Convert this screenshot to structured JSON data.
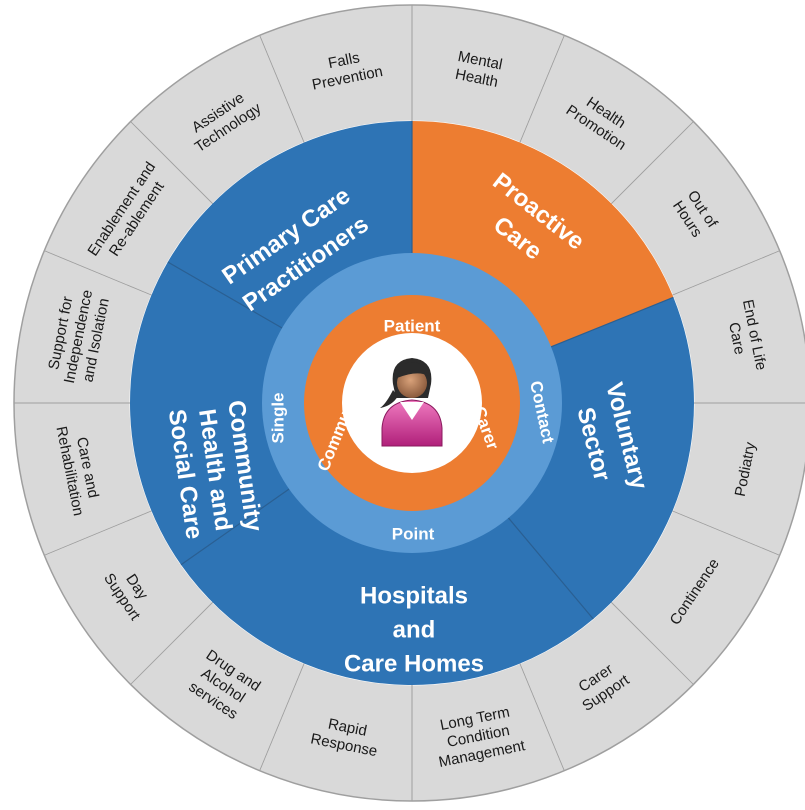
{
  "colors": {
    "outer_ring": "#d9d9d9",
    "outer_border": "#9f9f9f",
    "sector_blue": "#2e74b5",
    "sector_orange": "#ed7d31",
    "single_point_ring": "#5b9bd5",
    "inner_ring": "#ed7d31",
    "center": "#ffffff",
    "label_dark": "#1a1a1a",
    "label_light": "#ffffff"
  },
  "outer_ring": [
    {
      "lines": [
        "Falls",
        "Prevention"
      ]
    },
    {
      "lines": [
        "Mental",
        "Health"
      ]
    },
    {
      "lines": [
        "Health",
        "Promotion"
      ]
    },
    {
      "lines": [
        "Out of",
        "Hours"
      ]
    },
    {
      "lines": [
        "End of Life",
        "Care"
      ]
    },
    {
      "lines": [
        "Podiatry"
      ]
    },
    {
      "lines": [
        "Continence"
      ]
    },
    {
      "lines": [
        "Carer",
        "Support"
      ]
    },
    {
      "lines": [
        "Long Term",
        "Condition",
        "Management"
      ]
    },
    {
      "lines": [
        "Rapid",
        "Response"
      ]
    },
    {
      "lines": [
        "Drug and",
        "Alcohol",
        "services"
      ]
    },
    {
      "lines": [
        "Day",
        "Support"
      ]
    },
    {
      "lines": [
        "Care and",
        "Rehabilitation"
      ]
    },
    {
      "lines": [
        "Support for",
        "Independence",
        "and Isolation"
      ]
    },
    {
      "lines": [
        "Enablement and",
        "Re-ablement"
      ]
    },
    {
      "lines": [
        "Assistive",
        "Technology"
      ]
    }
  ],
  "sectors": [
    {
      "lines": [
        "Primary Care",
        "Practitioners"
      ],
      "color": "#2e74b5"
    },
    {
      "lines": [
        "Proactive",
        "Care"
      ],
      "color": "#ed7d31"
    },
    {
      "lines": [
        "Voluntary",
        "Sector"
      ],
      "color": "#2e74b5"
    },
    {
      "lines": [
        "Hospitals",
        "and",
        "Care Homes"
      ],
      "color": "#2e74b5"
    },
    {
      "lines": [
        "Community",
        "Health and",
        "Social Care"
      ],
      "color": "#2e74b5"
    }
  ],
  "single_point_ring": {
    "top": "Single",
    "right": "Contact",
    "bottom": "Point"
  },
  "inner_ring": {
    "top": "Patient",
    "right": "Carer",
    "left": "Community"
  },
  "center": {
    "icon": "patient-person-icon"
  }
}
